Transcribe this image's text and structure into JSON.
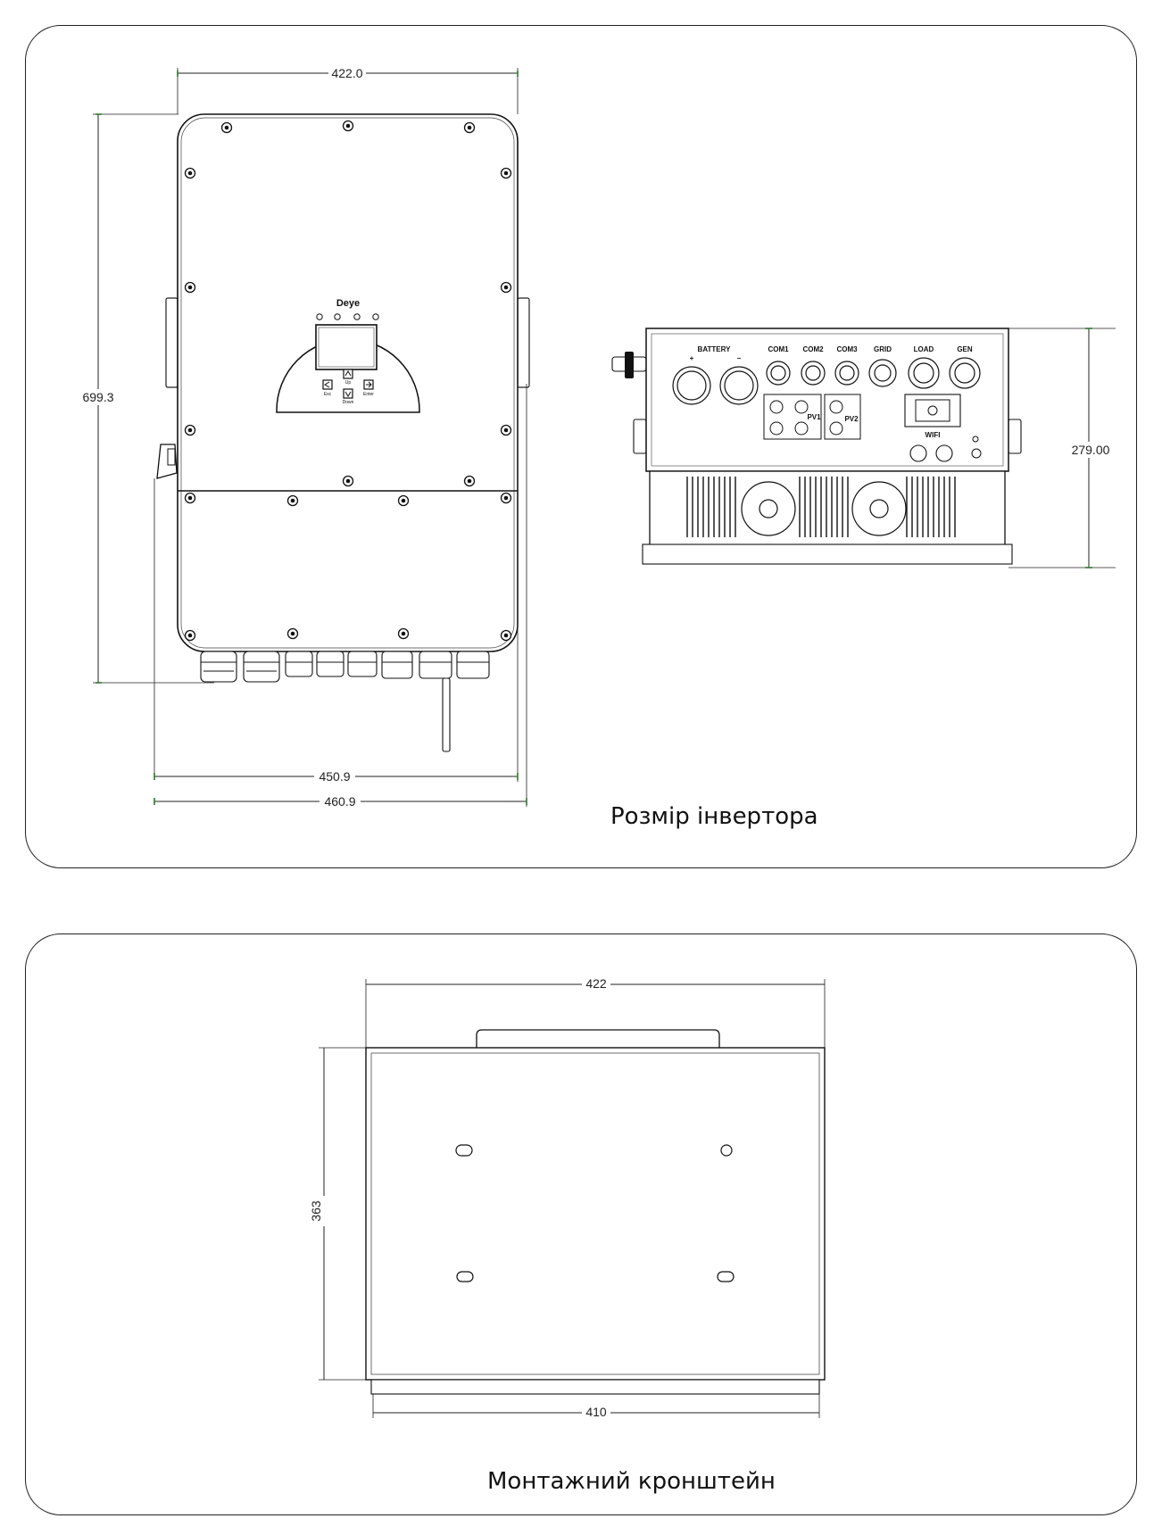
{
  "inverter_drawing": {
    "caption": "Розмір інвертора",
    "dim_width_top": "422.0",
    "dim_height": "699.3",
    "dim_width_mid": "450.9",
    "dim_width_bottom": "460.9",
    "dim_depth": "279.00",
    "logo": "Deye",
    "button_labels": [
      "Esc",
      "Up",
      "Down",
      "Enter"
    ],
    "port_labels": {
      "battery": "BATTERY",
      "plus": "+",
      "minus": "−",
      "com1": "COM1",
      "com2": "COM2",
      "com3": "COM3",
      "grid": "GRID",
      "load": "LOAD",
      "gen": "GEN",
      "pv1": "PV1",
      "pv2": "PV2",
      "wifi": "WIFI"
    }
  },
  "bracket_drawing": {
    "caption": "Монтажний кронштейн",
    "dim_width_top": "422",
    "dim_height": "363",
    "dim_width_bottom": "410"
  }
}
